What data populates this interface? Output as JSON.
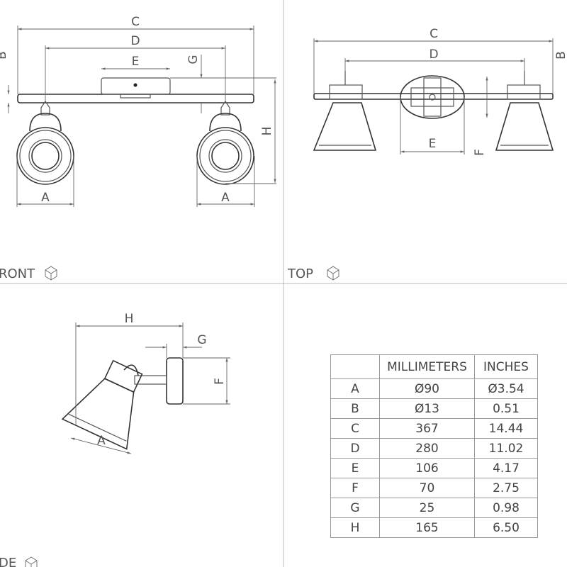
{
  "views": {
    "front": "RONT",
    "top": "TOP",
    "side": "DE"
  },
  "dimension_labels": {
    "A": "A",
    "B": "B",
    "C": "C",
    "D": "D",
    "E": "E",
    "F": "F",
    "G": "G",
    "H": "H"
  },
  "table": {
    "headers": [
      "",
      "MILLIMETERS",
      "INCHES"
    ],
    "rows": [
      [
        "A",
        "Ø90",
        "Ø3.54"
      ],
      [
        "B",
        "Ø13",
        "0.51"
      ],
      [
        "C",
        "367",
        "14.44"
      ],
      [
        "D",
        "280",
        "11.02"
      ],
      [
        "E",
        "106",
        "4.17"
      ],
      [
        "F",
        "70",
        "2.75"
      ],
      [
        "G",
        "25",
        "0.98"
      ],
      [
        "H",
        "165",
        "6.50"
      ]
    ]
  }
}
